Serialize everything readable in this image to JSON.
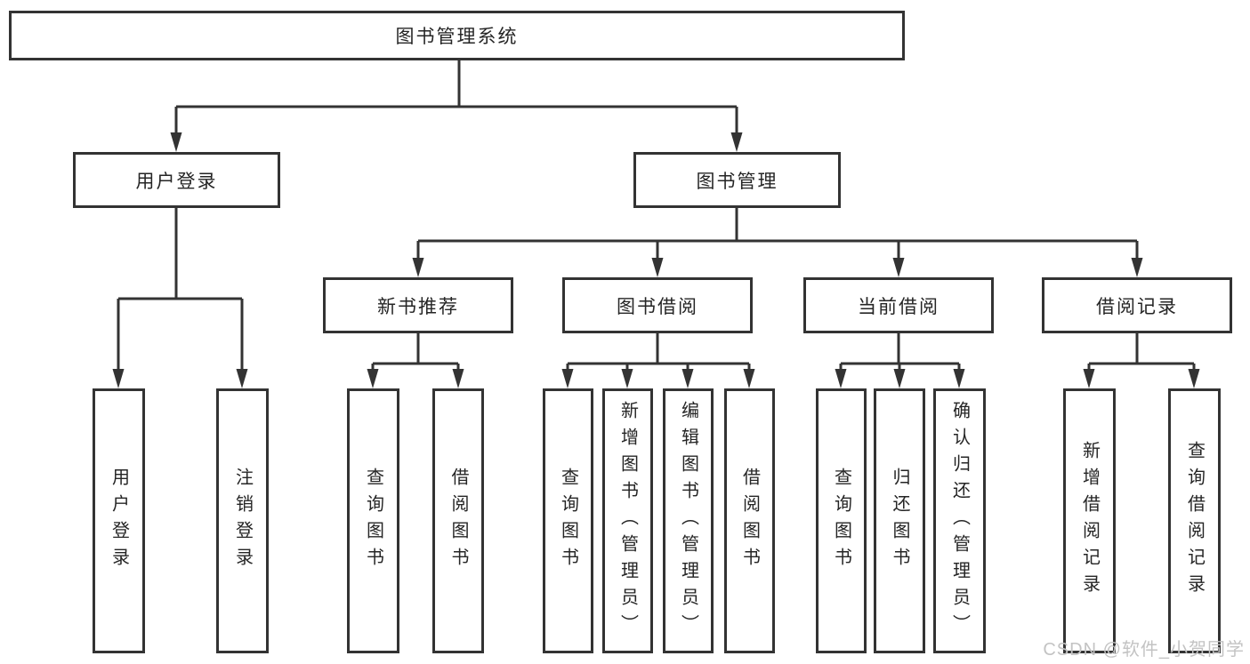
{
  "diagram_type": "hierarchy-tree",
  "tree": {
    "label": "图书管理系统",
    "children": [
      {
        "label": "用户登录",
        "children": [
          {
            "label": "用户登录"
          },
          {
            "label": "注销登录"
          }
        ]
      },
      {
        "label": "图书管理",
        "children": [
          {
            "label": "新书推荐",
            "children": [
              {
                "label": "查询图书"
              },
              {
                "label": "借阅图书"
              }
            ]
          },
          {
            "label": "图书借阅",
            "children": [
              {
                "label": "查询图书"
              },
              {
                "label": "新增图书（管理员）"
              },
              {
                "label": "编辑图书（管理员）"
              },
              {
                "label": "借阅图书"
              }
            ]
          },
          {
            "label": "当前借阅",
            "children": [
              {
                "label": "查询图书"
              },
              {
                "label": "归还图书"
              },
              {
                "label": "确认归还（管理员）"
              }
            ]
          },
          {
            "label": "借阅记录",
            "children": [
              {
                "label": "新增借阅记录"
              },
              {
                "label": "查询借阅记录"
              }
            ]
          }
        ]
      }
    ]
  },
  "watermark": {
    "text": "CSDN @软件_小贺同学"
  },
  "colors": {
    "line": "#333333",
    "box_border": "#333333",
    "box_fill": "#ffffff",
    "text": "#252525",
    "watermark_text": "#c3c3c3"
  }
}
